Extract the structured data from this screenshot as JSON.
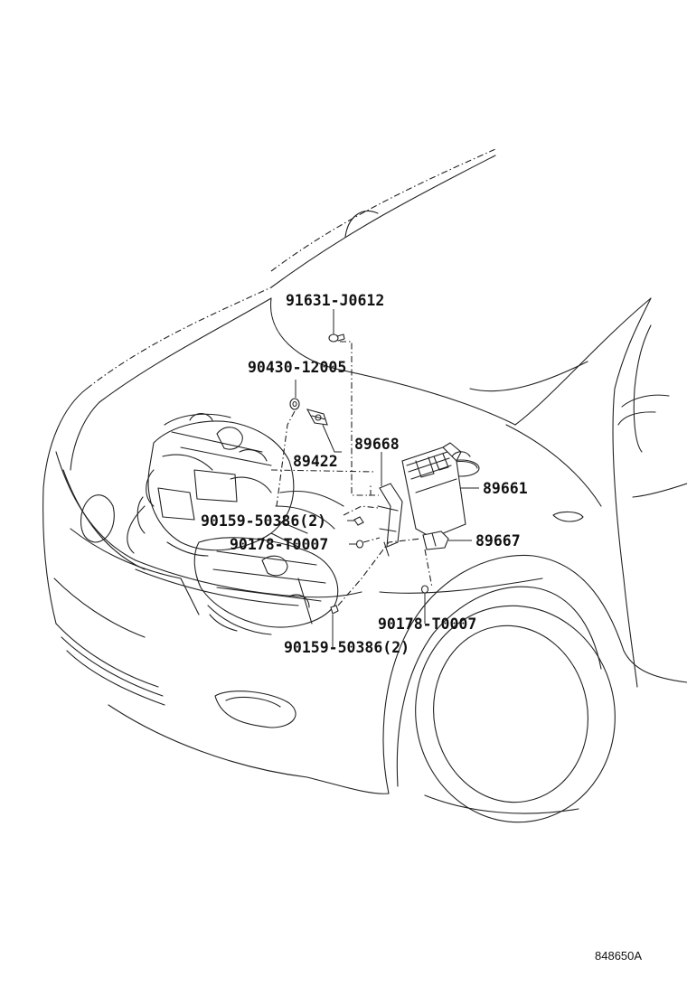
{
  "labels": {
    "p91631": "91631-J0612",
    "p90430": "90430-12005",
    "p89422": "89422",
    "p89668": "89668",
    "p89661": "89661",
    "p90159a": "90159-50386(2)",
    "p90178a": "90178-T0007",
    "p89667": "89667",
    "p90178b": "90178-T0007",
    "p90159b": "90159-50386(2)"
  },
  "figure_code": "848650A"
}
